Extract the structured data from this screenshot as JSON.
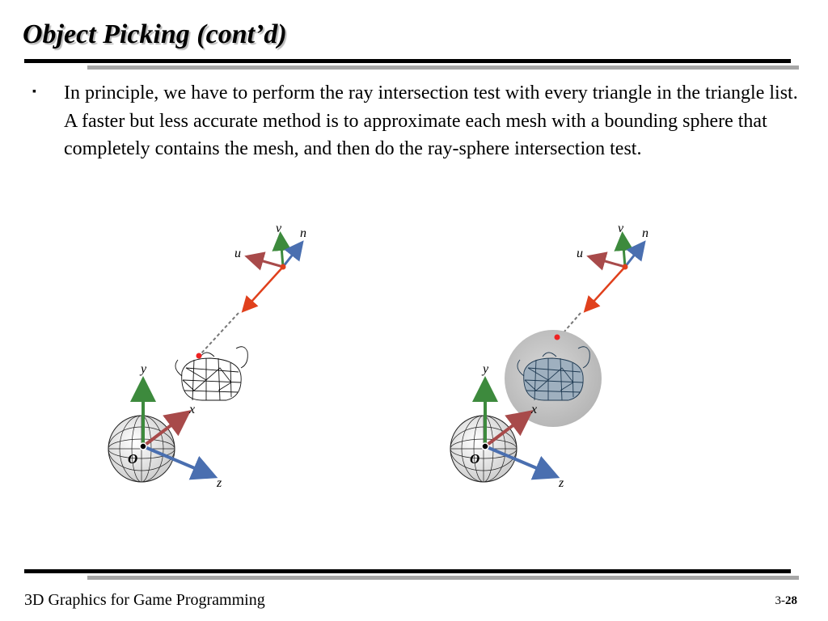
{
  "slide": {
    "title": "Object Picking (cont’d)",
    "bullet_marker": "▪",
    "bullet_text": "In principle, we have to perform the ray intersection test with every triangle in the triangle list. A faster but less accurate method is to approximate each mesh with a bounding sphere that completely contains the mesh, and then do the ray-sphere intersection test."
  },
  "figures": {
    "camera_axes": {
      "v": "v",
      "n": "n",
      "u": "u"
    },
    "world_axes": {
      "y": "y",
      "x": "x",
      "z": "z",
      "origin": "O"
    }
  },
  "footer": {
    "course": "3D Graphics for Game Programming",
    "page_prefix": "3-",
    "page_number": "28"
  },
  "colors": {
    "ray": "#e0401c",
    "intersection_point": "#ee2222",
    "axis_u": "#a84a4a",
    "axis_v": "#3d8a3d",
    "axis_n": "#4a6fb0",
    "mesh_dark": "#1f3a52",
    "bounding_sphere": "#c4c4c4",
    "rule_gray": "#a6a6a6"
  }
}
